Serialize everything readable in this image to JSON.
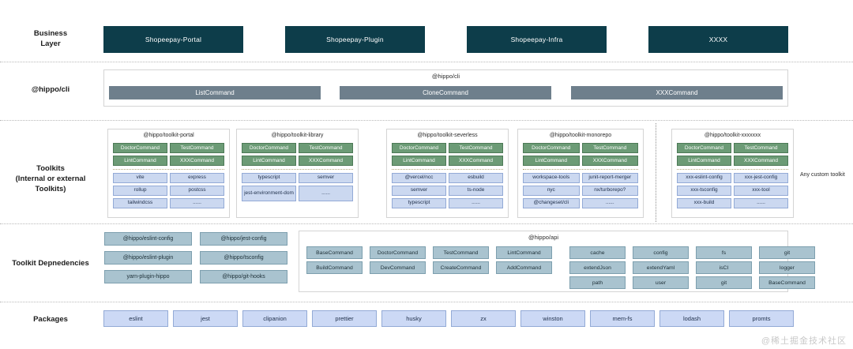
{
  "diagram": {
    "watermark": "@稀土掘金技术社区",
    "colors": {
      "business_box": "#0d3d4a",
      "cli_box": "#6e7f8c",
      "command_box": "#6c9b76",
      "dependency_box": "#cbd8f0",
      "toolkit_dep_box": "#a9c3cf",
      "package_box": "#ccd9f5"
    }
  },
  "rows": {
    "business": {
      "label": "Business\nLayer"
    },
    "cli": {
      "label": "@hippo/cli"
    },
    "toolkits": {
      "label": "Toolkits\n(Internal or external Toolkits)"
    },
    "toolkit_dependencies": {
      "label": "Toolkit Depnedencies"
    },
    "packages": {
      "label": "Packages"
    }
  },
  "business_layer": {
    "items": [
      {
        "label": "Shopeepay-Portal"
      },
      {
        "label": "Shopeepay-Plugin"
      },
      {
        "label": "Shopeepay-Infra"
      },
      {
        "label": "XXXX"
      }
    ]
  },
  "cli_panel": {
    "title": "@hippo/cli",
    "commands": [
      {
        "label": "ListCommand"
      },
      {
        "label": "CloneCommand"
      },
      {
        "label": "XXXCommand"
      }
    ]
  },
  "toolkits": {
    "custom_note": "Any custom toolkit",
    "cards": [
      {
        "title": "@hippo/toolkit-portal",
        "commands": [
          "DoctorCommand",
          "TestCommand",
          "LintCommand",
          "XXXCommand"
        ],
        "dependencies": [
          "vite",
          "express",
          "rollup",
          "postcss",
          "tailwindcss",
          "......"
        ]
      },
      {
        "title": "@hippo/toolkit-library",
        "commands": [
          "DoctorCommand",
          "TestCommand",
          "LintCommand",
          "XXXCommand"
        ],
        "dependencies": [
          "typescript",
          "semver",
          "jest-environment-dom",
          "......"
        ]
      },
      {
        "title": "@hippo/toolkit-severless",
        "commands": [
          "DoctorCommand",
          "TestCommand",
          "LintCommand",
          "XXXCommand"
        ],
        "dependencies": [
          "@vercel/ncc",
          "esbuild",
          "semver",
          "ts-node",
          "typescript",
          "......"
        ]
      },
      {
        "title": "@hippo/toolkit-monorepo",
        "commands": [
          "DoctorCommand",
          "TestCommand",
          "LintCommand",
          "XXXCommand"
        ],
        "dependencies": [
          "workspace-tools",
          "junit-report-merger",
          "nyc",
          "nx/turborepo?",
          "@changeset/cli",
          "......"
        ]
      },
      {
        "title": "@hippo/toolkit-xxxxxxx",
        "commands": [
          "DoctorCommand",
          "TestCommand",
          "LintCommand",
          "XXXCommand"
        ],
        "dependencies": [
          "xxx-eslint-config",
          "xxx-jest-config",
          "xxx-tsconfig",
          "xxx-tool",
          "xxx-build",
          "......"
        ]
      }
    ]
  },
  "toolkit_dependencies": {
    "left_items": [
      "@hippo/eslint-config",
      "@hippo/jest-config",
      "@hippo/eslint-plugin",
      "@hippo/tsconfig",
      "yarn-plugin-hippo",
      "@hippo/git-hooks"
    ],
    "api_panel": {
      "title": "@hippo/api",
      "columns": [
        [
          "BaseCommand",
          "BuildCommand",
          ""
        ],
        [
          "DoctorCommand",
          "DevCommand",
          ""
        ],
        [
          "TestCommand",
          "CreateCommand",
          ""
        ],
        [
          "LintCommand",
          "AddCommand",
          ""
        ],
        [
          "cache",
          "extendJson",
          "path"
        ],
        [
          "config",
          "extendYaml",
          "user"
        ],
        [
          "fs",
          "isCI",
          "git"
        ],
        [
          "git",
          "logger",
          "BaseCommand"
        ]
      ]
    }
  },
  "packages": {
    "items": [
      "eslint",
      "jest",
      "clipanion",
      "prettier",
      "husky",
      "zx",
      "winston",
      "mem-fs",
      "lodash",
      "promts"
    ]
  }
}
